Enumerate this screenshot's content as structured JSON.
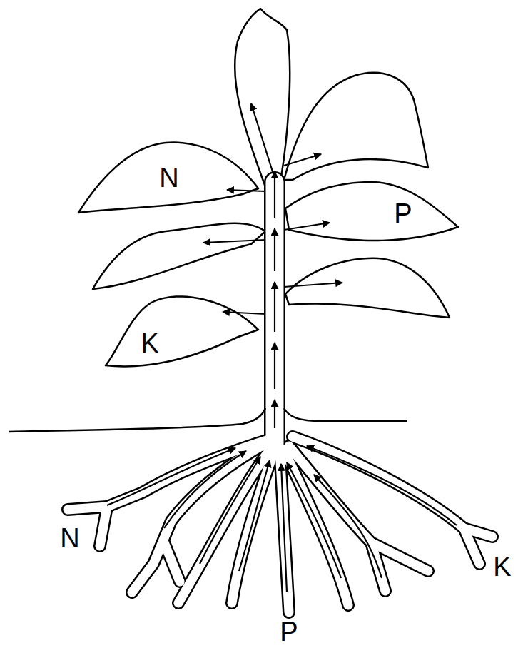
{
  "diagram": {
    "labels": [
      "N",
      "P",
      "K",
      "N",
      "K",
      "P"
    ]
  }
}
